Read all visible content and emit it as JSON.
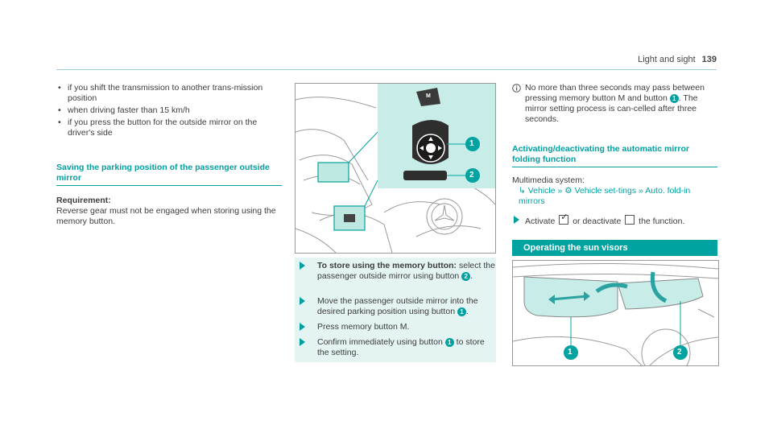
{
  "header": {
    "title": "Light and sight",
    "page": "139"
  },
  "col1": {
    "bullets": [
      "if you shift the transmission to another trans-mission position",
      "when driving faster than 15 km/h",
      "if you press the button for the outside mirror on the driver's side"
    ],
    "section_title": "Saving the parking position of the passenger outside mirror",
    "requirement_label": "Requirement:",
    "requirement_text": "Reverse gear must not be engaged when storing using the memory button."
  },
  "col2": {
    "figure_labels": {
      "memory": "M",
      "callout1": "1",
      "callout2": "2"
    },
    "steps": [
      {
        "bold": "To store using the memory button:",
        "text": " select the passenger outside mirror using button ",
        "num": "2",
        "tail": "."
      },
      {
        "text": "Move the passenger outside mirror into the desired parking position using button ",
        "num": "1",
        "tail": "."
      },
      {
        "text": "Press memory button M."
      },
      {
        "text": "Confirm immediately using button ",
        "num": "1",
        "tail": " to store the setting."
      }
    ]
  },
  "col3": {
    "note": {
      "pre": "No more than three seconds may pass between pressing memory button M and button ",
      "num": "1",
      "post": ". The mirror setting process is can-celled after three seconds."
    },
    "section_title": "Activating/deactivating the automatic mirror folding function",
    "path_label": "Multimedia system:",
    "path_vehicle": "Vehicle",
    "path_settings": "Vehicle set-tings",
    "path_auto": "Auto. fold-in mirrors",
    "action": {
      "pre": "Activate",
      "mid": " or deactivate",
      "post": " the function."
    },
    "banner": "Operating the sun visors",
    "visor_labels": {
      "callout1": "1",
      "callout2": "2"
    }
  },
  "colors": {
    "accent": "#009fa0",
    "step_bg": "#e3f4f2"
  },
  "icons": [
    "bullet-icon",
    "step-arrow-icon",
    "info-icon",
    "menu-arrow-icon",
    "double-chevron-icon",
    "settings-icon",
    "checkbox-checked-icon",
    "checkbox-empty-icon"
  ]
}
